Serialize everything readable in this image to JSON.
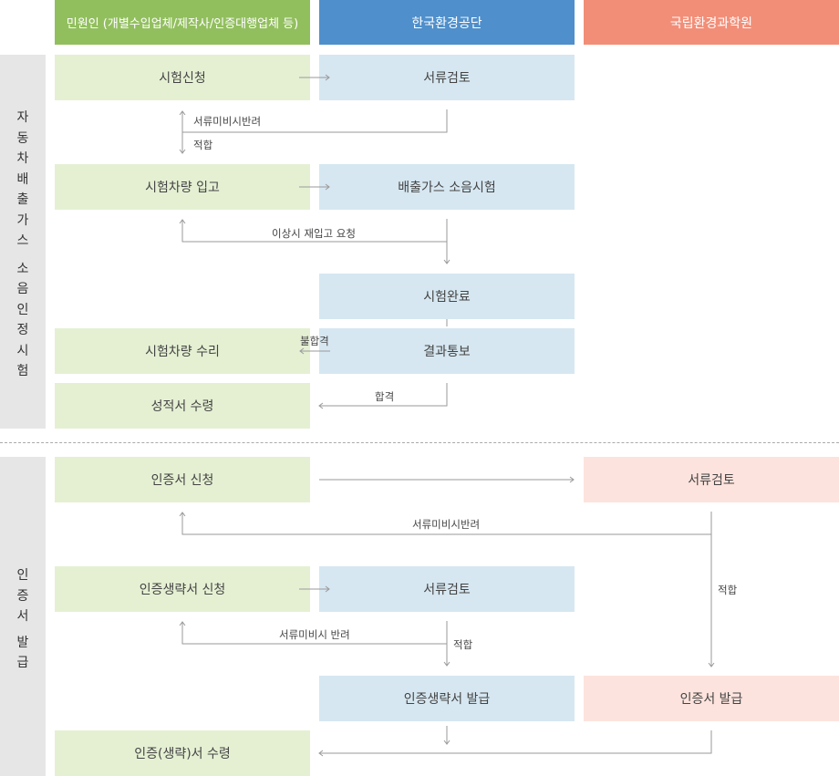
{
  "headers": {
    "applicant": "민원인 (개별수입업체/제작사/인증대행업체 등)",
    "korea_env_corp": "한국환경공단",
    "nier": "국립환경과학원"
  },
  "lanes": {
    "test": [
      "자",
      "동",
      "차",
      "배",
      "출",
      "가",
      "스",
      "소",
      "음",
      "인",
      "정",
      "시",
      "험"
    ],
    "cert": [
      "인",
      "증",
      "서",
      "발",
      "급"
    ]
  },
  "boxes": {
    "test_apply": "시험신청",
    "doc_review_1": "서류검토",
    "vehicle_receipt": "시험차량 입고",
    "emission_noise_test": "배출가스 소음시험",
    "test_complete": "시험완료",
    "vehicle_repair": "시험차량 수리",
    "result_notice": "결과통보",
    "report_receive": "성적서 수령",
    "cert_apply": "인증서 신청",
    "doc_review_nier": "서류검토",
    "abbr_cert_apply": "인증생략서 신청",
    "doc_review_2": "서류검토",
    "abbr_cert_issue": "인증생략서 발급",
    "cert_issue": "인증서 발급",
    "cert_receive": "인증(생략)서 수령"
  },
  "labels": {
    "incomplete_return_1": "서류미비시반려",
    "suitable_1": "적합",
    "re_entry_request": "이상시 재입고 요청",
    "fail": "불합격",
    "pass": "합격",
    "incomplete_return_2": "서류미비시반려",
    "suitable_2": "적합",
    "incomplete_return_3": "서류미비시 반려",
    "suitable_3": "적합"
  },
  "colors": {
    "applicant": "#92bf5e",
    "korea_env_corp": "#4f8fcb",
    "nier": "#f28e78",
    "applicant_box": "#e5f0d3",
    "korea_env_corp_box": "#d6e7f1",
    "nier_box": "#fde3dd",
    "lane": "#e6e6e6"
  }
}
